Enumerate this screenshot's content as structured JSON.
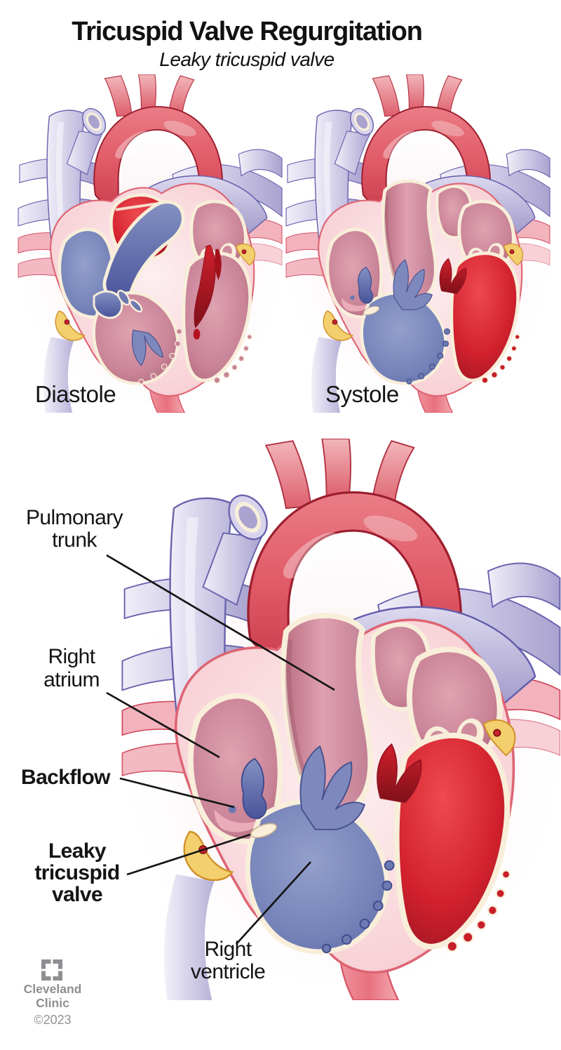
{
  "title": "Tricuspid Valve Regurgitation",
  "subtitle": "Leaky tricuspid valve",
  "panels": {
    "diastole_label": "Diastole",
    "systole_label": "Systole"
  },
  "annotations": {
    "pulmonary_trunk": "Pulmonary\ntrunk",
    "right_atrium": "Right\natrium",
    "backflow": "Backflow",
    "leaky_tricuspid_valve": "Leaky\ntricuspid\nvalve",
    "right_ventricle": "Right\nventricle"
  },
  "footer": {
    "logo_icon": "cleveland-clinic-logo-icon",
    "name": "Cleveland\nClinic",
    "copyright": "©2023"
  },
  "palette": {
    "aorta_red": "#e05a67",
    "aorta_outline": "#9c1e2e",
    "vein_lavender": "#cdc9e6",
    "vein_outline": "#6a63ad",
    "chamber_mauve": "#c98397",
    "venous_blue": "#7482b8",
    "blue_outline": "#3e4a8c",
    "oxygen_red": "#d2212d",
    "heart_wall_pink": "#f8d3d7",
    "wall_outline": "#dd6473",
    "cream_wall": "#f8eeda",
    "fat_yellow": "#f4cf6d",
    "fat_outline": "#cf8f28",
    "label_black": "#141414",
    "logo_gray": "#8d8f92"
  }
}
